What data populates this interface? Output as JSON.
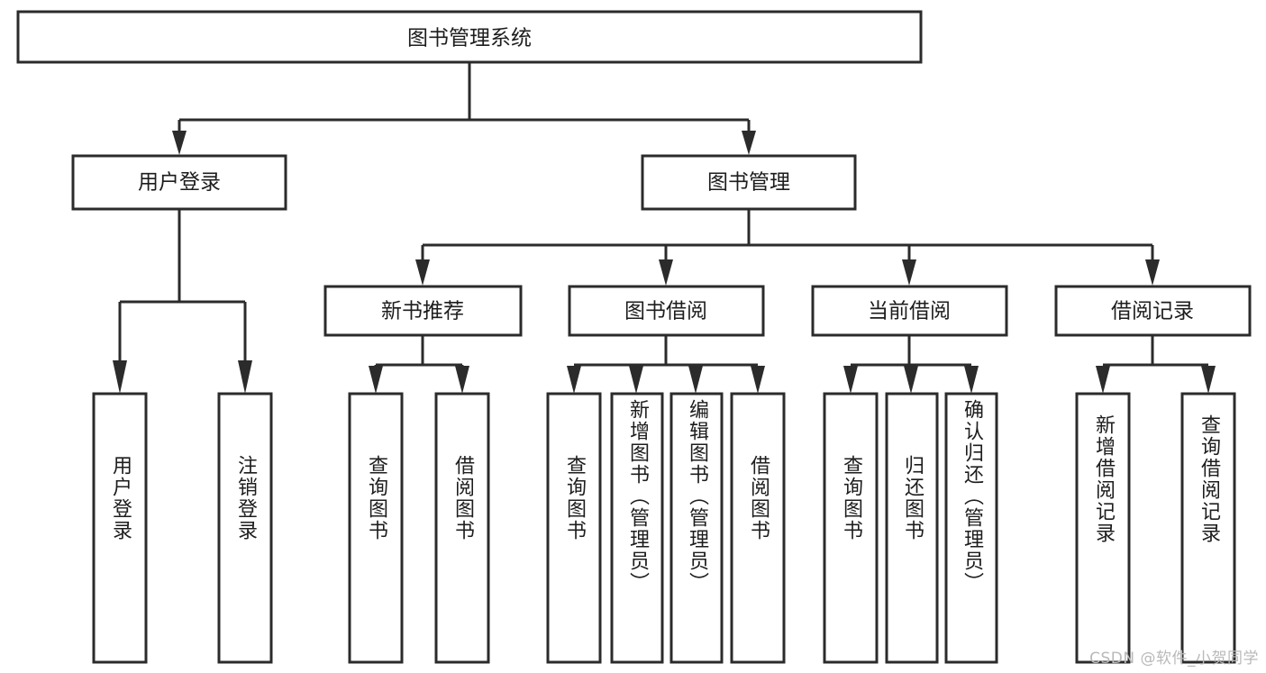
{
  "diagram": {
    "type": "tree-hierarchy",
    "title": "图书管理系统",
    "orientation": "top-down",
    "colors": {
      "background": "#ffffff",
      "box_fill": "#ffffff",
      "box_stroke": "#2b2b2b",
      "text": "#1d1d1d",
      "watermark": "#b9b9b9"
    },
    "root": {
      "label": "图书管理系统",
      "orientation": "horizontal"
    },
    "level2": [
      {
        "id": "user-login",
        "label": "用户登录",
        "orientation": "horizontal"
      },
      {
        "id": "book-manage",
        "label": "图书管理",
        "orientation": "horizontal"
      }
    ],
    "level3": [
      {
        "id": "new-book-recommend",
        "label": "新书推荐",
        "parent": "book-manage",
        "orientation": "horizontal"
      },
      {
        "id": "book-borrow",
        "label": "图书借阅",
        "parent": "book-manage",
        "orientation": "horizontal"
      },
      {
        "id": "current-borrow",
        "label": "当前借阅",
        "parent": "book-manage",
        "orientation": "horizontal"
      },
      {
        "id": "borrow-record",
        "label": "借阅记录",
        "parent": "book-manage",
        "orientation": "horizontal"
      }
    ],
    "leaves": [
      {
        "id": "leaf-user-login",
        "label": "用户登录",
        "parent": "user-login",
        "orientation": "vertical"
      },
      {
        "id": "leaf-user-logout",
        "label": "注销登录",
        "parent": "user-login",
        "orientation": "vertical"
      },
      {
        "id": "leaf-query-book-1",
        "label": "查询图书",
        "parent": "new-book-recommend",
        "orientation": "vertical"
      },
      {
        "id": "leaf-borrow-book-1",
        "label": "借阅图书",
        "parent": "new-book-recommend",
        "orientation": "vertical"
      },
      {
        "id": "leaf-query-book-2",
        "label": "查询图书",
        "parent": "book-borrow",
        "orientation": "vertical"
      },
      {
        "id": "leaf-add-book",
        "label": "新增图书（管理员）",
        "parent": "book-borrow",
        "orientation": "vertical"
      },
      {
        "id": "leaf-edit-book",
        "label": "编辑图书（管理员）",
        "parent": "book-borrow",
        "orientation": "vertical"
      },
      {
        "id": "leaf-borrow-book-2",
        "label": "借阅图书",
        "parent": "book-borrow",
        "orientation": "vertical"
      },
      {
        "id": "leaf-query-book-3",
        "label": "查询图书",
        "parent": "current-borrow",
        "orientation": "vertical"
      },
      {
        "id": "leaf-return-book",
        "label": "归还图书",
        "parent": "current-borrow",
        "orientation": "vertical"
      },
      {
        "id": "leaf-confirm-return",
        "label": "确认归还（管理员）",
        "parent": "current-borrow",
        "orientation": "vertical"
      },
      {
        "id": "leaf-add-record",
        "label": "新增借阅记录",
        "parent": "borrow-record",
        "orientation": "vertical"
      },
      {
        "id": "leaf-query-record",
        "label": "查询借阅记录",
        "parent": "borrow-record",
        "orientation": "vertical"
      }
    ],
    "watermark": "CSDN @软件_小贺同学"
  }
}
